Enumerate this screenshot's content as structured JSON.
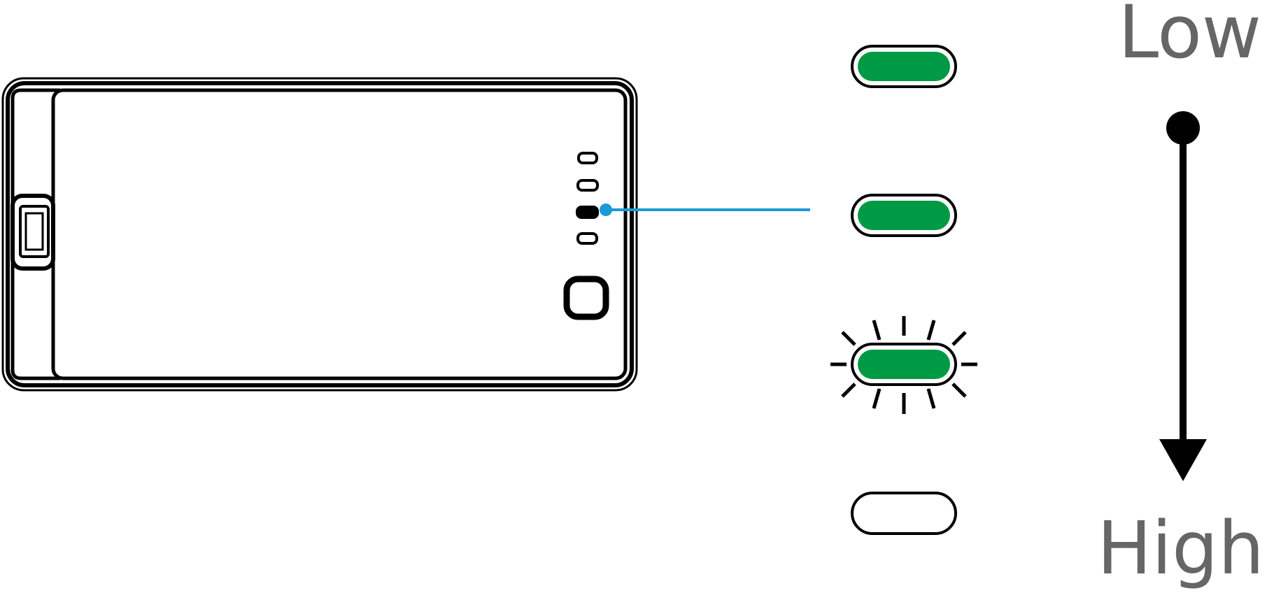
{
  "scale": {
    "low_label": "Low",
    "high_label": "High"
  },
  "indicators": [
    {
      "state": "on"
    },
    {
      "state": "on"
    },
    {
      "state": "blinking"
    },
    {
      "state": "off"
    }
  ],
  "colors": {
    "led_on": "#009a44",
    "callout_line": "#1a9ad6",
    "label_text": "#666666",
    "outline": "#000000"
  }
}
